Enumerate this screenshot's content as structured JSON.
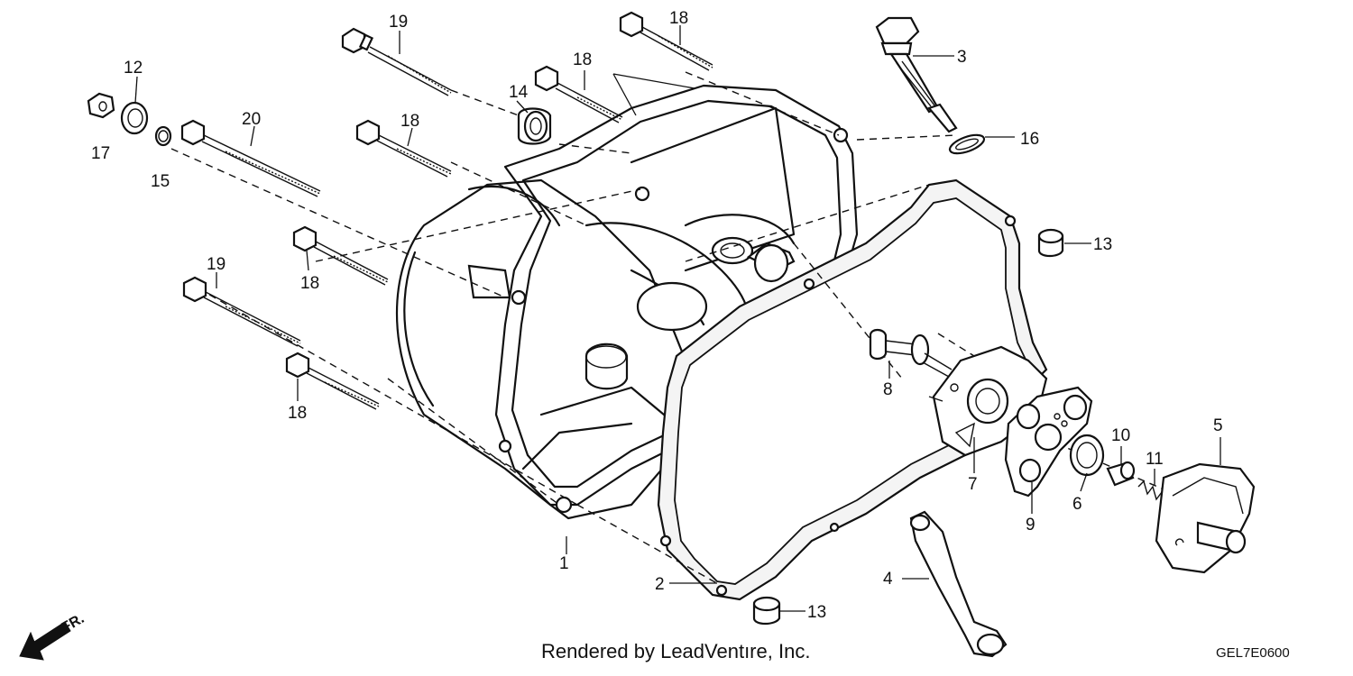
{
  "diagram": {
    "callouts": {
      "p1": "1",
      "p2": "2",
      "p3": "3",
      "p4": "4",
      "p5": "5",
      "p6": "6",
      "p7": "7",
      "p8": "8",
      "p9": "9",
      "p10": "10",
      "p11": "11",
      "p12": "12",
      "p13a": "13",
      "p13b": "13",
      "p14": "14",
      "p15": "15",
      "p16": "16",
      "p17": "17",
      "p18a": "18",
      "p18b": "18",
      "p18c": "18",
      "p18d": "18",
      "p18e": "18",
      "p19a": "19",
      "p19b": "19",
      "p20": "20"
    },
    "direction_label": "FR.",
    "credit": "Rendered by LeadVentıre, Inc.",
    "code": "GEL7E0600"
  }
}
